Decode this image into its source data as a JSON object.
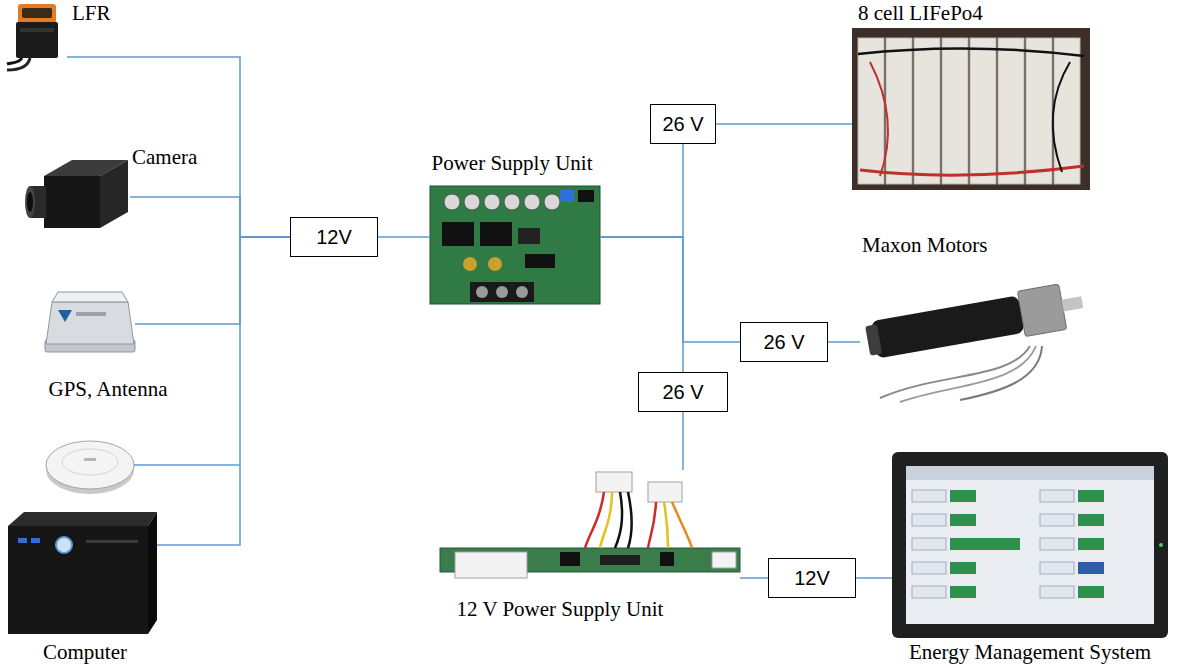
{
  "diagram": {
    "nodes": [
      {
        "text": [
          "LFR"
        ]
      },
      {
        "text": [
          "Camera"
        ]
      },
      {
        "text": [
          "GPS, Antenna"
        ]
      },
      {
        "text": [
          "Computer"
        ]
      },
      {
        "text": [
          "12V"
        ]
      },
      {
        "text": [
          "Power Supply Unit"
        ]
      },
      {
        "text": [
          "26 V"
        ]
      },
      {
        "text": [
          "8 cell LIFePo4"
        ]
      },
      {
        "text": [
          "26 V"
        ]
      },
      {
        "text": [
          "Maxon Motors"
        ]
      },
      {
        "text": [
          "26 V"
        ]
      },
      {
        "text": [
          "12 V Power Supply Unit"
        ]
      },
      {
        "text": [
          "12V"
        ]
      },
      {
        "text": [
          "Energy Management System"
        ]
      }
    ],
    "edges": [
      {
        "from": 0,
        "to": 4,
        "arrow": "none"
      },
      {
        "from": 1,
        "to": 4,
        "arrow": "none"
      },
      {
        "from": 2,
        "to": 4,
        "arrow": "none"
      },
      {
        "from": 3,
        "to": 4,
        "arrow": "none"
      },
      {
        "from": 4,
        "to": 5,
        "arrow": "none"
      },
      {
        "from": 5,
        "to": 6,
        "arrow": "none"
      },
      {
        "from": 6,
        "to": 7,
        "arrow": "none"
      },
      {
        "from": 5,
        "to": 8,
        "arrow": "none"
      },
      {
        "from": 8,
        "to": 9,
        "arrow": "none"
      },
      {
        "from": 5,
        "to": 10,
        "arrow": "none"
      },
      {
        "from": 10,
        "to": 11,
        "arrow": "none"
      },
      {
        "from": 11,
        "to": 12,
        "arrow": "none"
      },
      {
        "from": 12,
        "to": 13,
        "arrow": "none"
      }
    ]
  }
}
